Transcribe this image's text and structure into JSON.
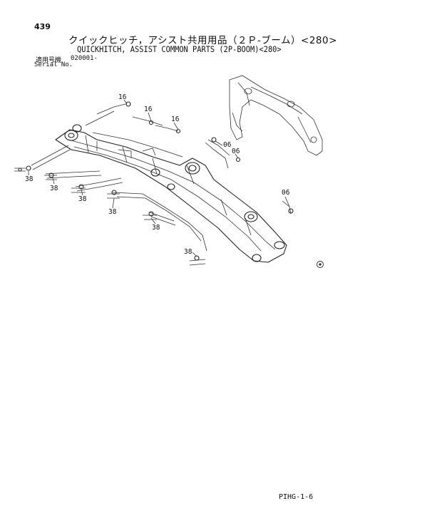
{
  "header": {
    "page_number": "439",
    "title_jp": "クイックヒッチ，アシスト共用用品（２Ｐ-ブーム）<280>",
    "title_en": "QUICKHITCH, ASSIST COMMON PARTS (2P-BOOM)<280>",
    "serial_label_jp": "適用号機",
    "serial_label_en": "Serial No.",
    "serial_value": "020001-"
  },
  "callouts": {
    "c16a": "16",
    "c16b": "16",
    "c16c": "16",
    "c06a": "06",
    "c06b": "06",
    "c06c": "06",
    "c38a": "38",
    "c38b": "38",
    "c38c": "38",
    "c38d": "38",
    "c38e": "38",
    "c38f": "38"
  },
  "footer": {
    "code": "PIHG-1-6"
  }
}
